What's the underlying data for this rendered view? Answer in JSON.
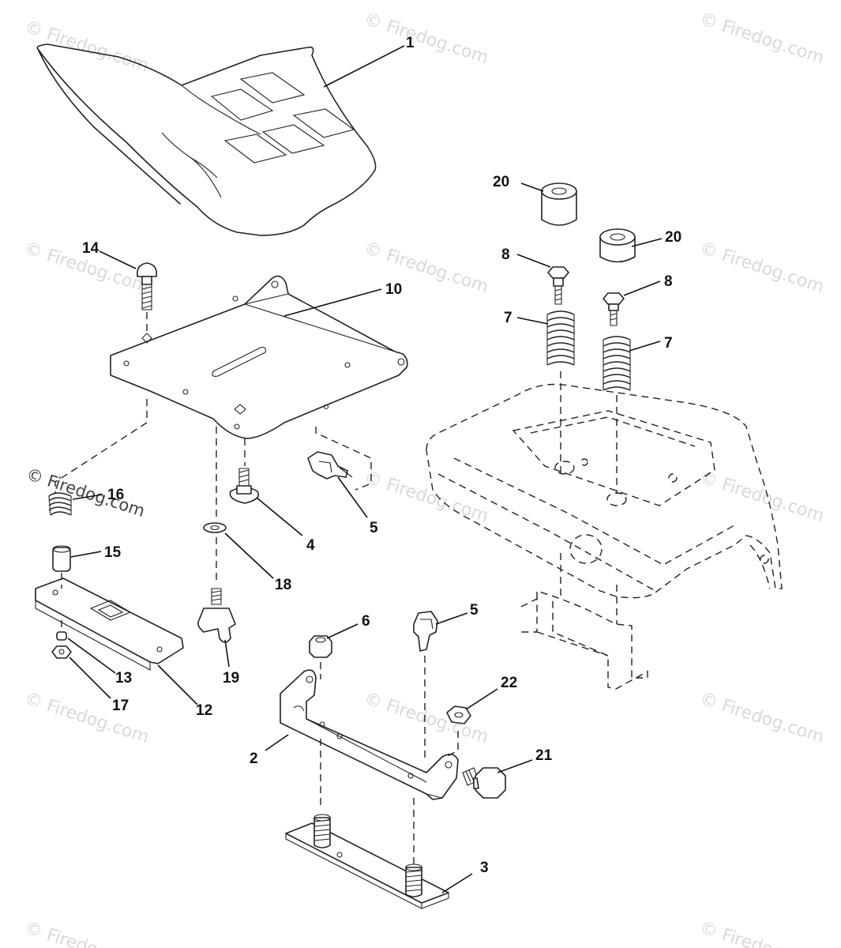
{
  "watermark": {
    "text": "© Firedog.com"
  },
  "callouts": {
    "c1": "1",
    "c2": "2",
    "c3": "3",
    "c4": "4",
    "c5a": "5",
    "c5b": "5",
    "c6": "6",
    "c7a": "7",
    "c7b": "7",
    "c8a": "8",
    "c8b": "8",
    "c10": "10",
    "c12": "12",
    "c13": "13",
    "c14": "14",
    "c15": "15",
    "c16": "16",
    "c17": "17",
    "c18": "18",
    "c19": "19",
    "c20a": "20",
    "c20b": "20",
    "c21": "21",
    "c22": "22"
  }
}
